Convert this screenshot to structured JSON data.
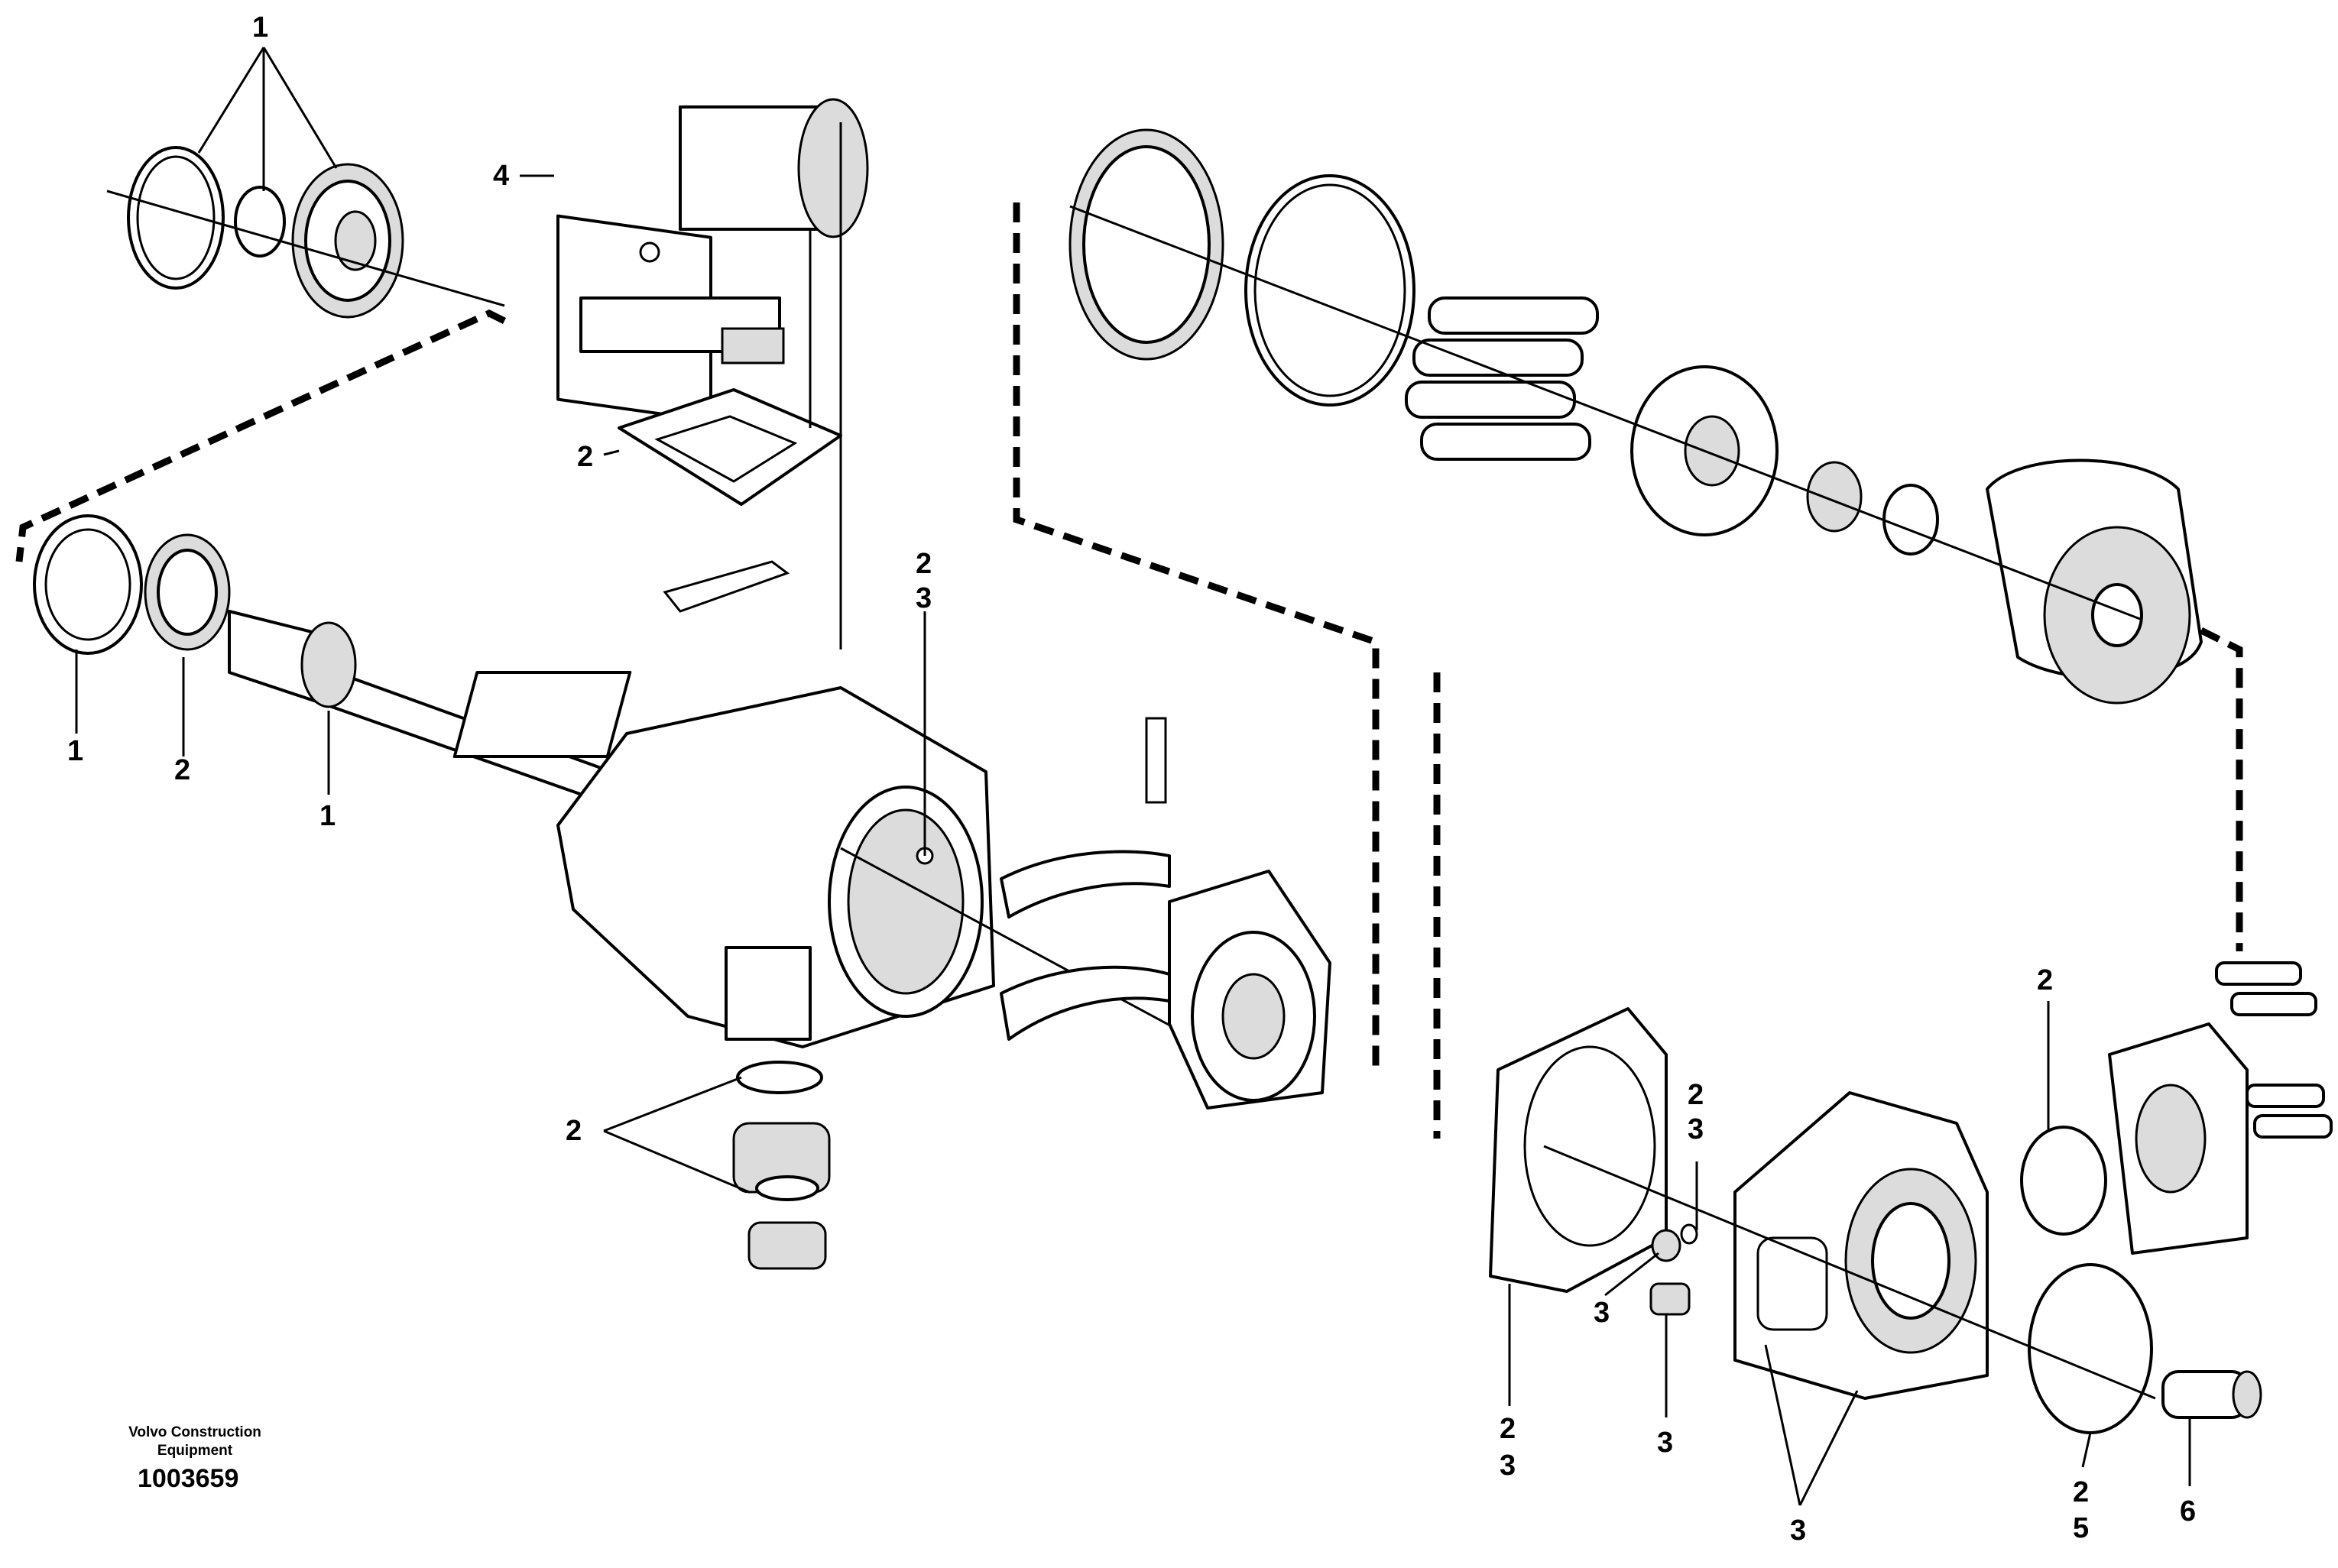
{
  "diagram": {
    "callouts": {
      "c1_top": "1",
      "c4": "4",
      "c2_gasket_top": "2",
      "c23_center_a": "2",
      "c23_center_b": "3",
      "c1_shim": "1",
      "c2_seal": "2",
      "c1_shaft": "1",
      "c2_plugs": "2",
      "c2_right": "2",
      "c23_right_a": "2",
      "c23_right_b": "3",
      "c3_screw": "3",
      "c23_bottom_a": "2",
      "c23_bottom_b": "3",
      "c3_plug": "3",
      "c3_bolts": "3",
      "c25_a": "2",
      "c25_b": "5",
      "c6": "6"
    },
    "footer": {
      "brand_line1": "Volvo Construction",
      "brand_line2": "Equipment",
      "drawing_number": "1003659"
    }
  }
}
